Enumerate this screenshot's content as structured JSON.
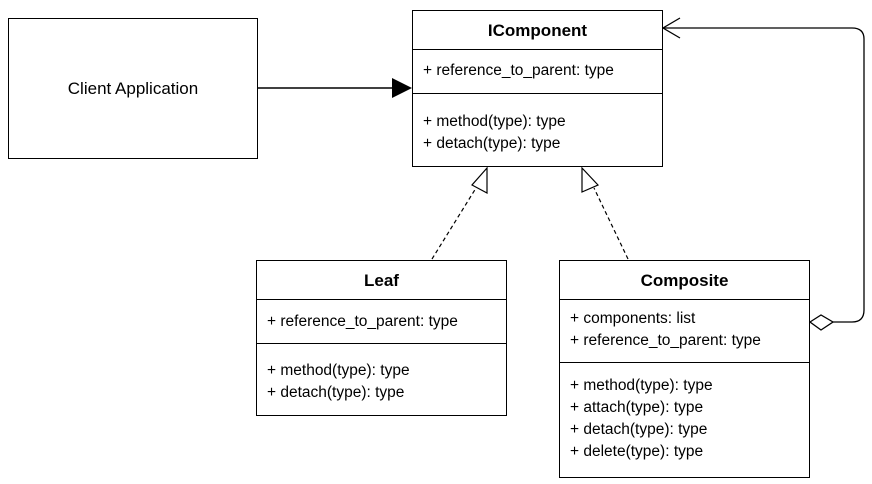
{
  "client": {
    "label": "Client Application"
  },
  "icomponent": {
    "title": "IComponent",
    "attributes": [
      "+ reference_to_parent: type"
    ],
    "methods": [
      "+ method(type): type",
      "+ detach(type): type"
    ]
  },
  "leaf": {
    "title": "Leaf",
    "attributes": [
      "+ reference_to_parent: type"
    ],
    "methods": [
      "+ method(type): type",
      "+ detach(type): type"
    ]
  },
  "composite": {
    "title": "Composite",
    "attributes": [
      "+ components: list",
      "+ reference_to_parent: type"
    ],
    "methods": [
      "+ method(type): type",
      "+ attach(type): type",
      "+ detach(type): type",
      "+ delete(type): type"
    ]
  }
}
